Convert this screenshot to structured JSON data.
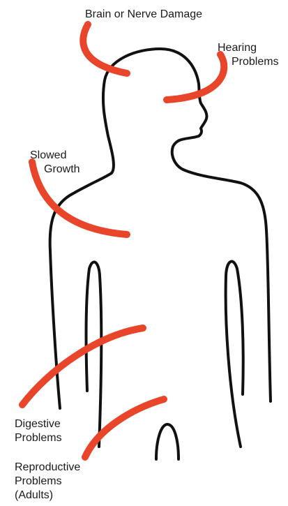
{
  "labels": {
    "brain": "Brain or Nerve Damage",
    "hearing": [
      "Hearing",
      "Problems"
    ],
    "growth": [
      "Slowed",
      "Growth"
    ],
    "digestive": [
      "Digestive",
      "Problems"
    ],
    "reproductive": [
      "Reproductive",
      "Problems",
      "(Adults)"
    ]
  },
  "colors": {
    "arrow": "#e8452a",
    "outline": "#111111"
  }
}
